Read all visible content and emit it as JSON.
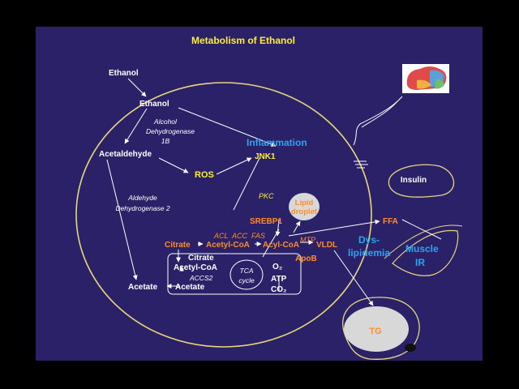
{
  "title": "Metabolism of Ethanol",
  "labels": {
    "ethanol_outer": "Ethanol",
    "ethanol_inner": "Ethanol",
    "adh_1": "Alcohol",
    "adh_2": "Dehydrogenase",
    "adh_3": "1B",
    "acetaldehyde": "Acetaldehyde",
    "aldh_1": "Aldehyde",
    "aldh_2": "Dehydrogenase 2",
    "acetate": "Acetate",
    "ros": "ROS",
    "jnk1": "JNK1",
    "inflammation": "Inflammation",
    "pkc": "PKC",
    "lipid_1": "Lipid",
    "lipid_2": "droplet",
    "srebp1": "SREBP1",
    "enzymes": "ACL  ACC  FAS",
    "citrate": "Citrate",
    "acetyl_coa": "Acetyl-CoA",
    "acyl_coa": "Acyl-CoA",
    "mtp": "MTP",
    "vldl": "VLDL",
    "apob": "ApoB",
    "ffa": "FFA",
    "insulin": "Insulin",
    "dys_1": "Dys-",
    "dys_2": "lipidemia",
    "muscle_1": "Muscle",
    "muscle_2": "IR",
    "tg": "TG",
    "mito_citrate": "Citrate",
    "mito_acetyl_coa": "Acetyl-CoA",
    "acss2": "ACCS2",
    "mito_acetate": "Acetate",
    "tca_1": "TCA",
    "tca_2": "cycle",
    "o2": "O₂",
    "atp": "ATP",
    "co2": "CO₂"
  },
  "colors": {
    "background": "#2a2168",
    "cell_outline": "#e8d77a",
    "white_text": "#ffffff",
    "yellow_text": "#ffee33",
    "orange_text": "#ff8c28",
    "cyan_text": "#2aa6ee"
  },
  "icons": {
    "brain": "brain-icon"
  }
}
